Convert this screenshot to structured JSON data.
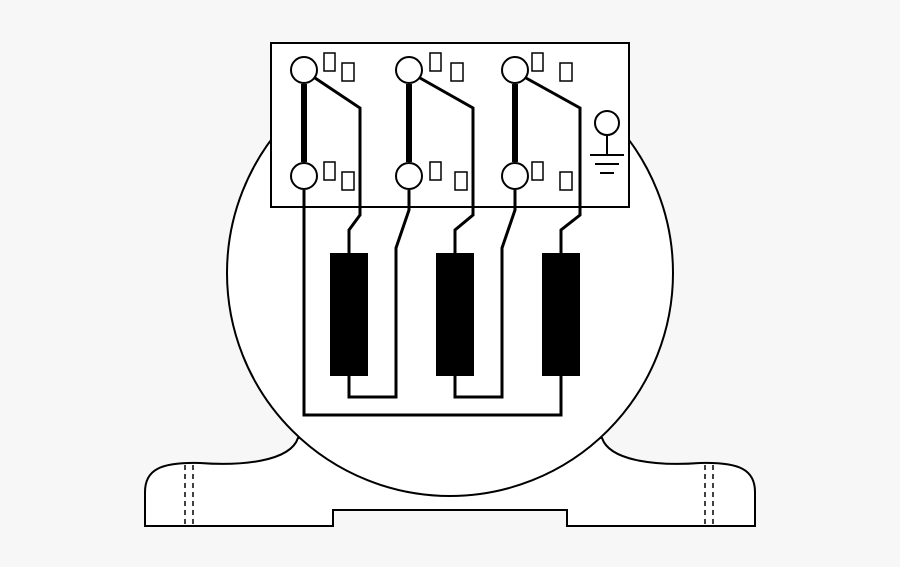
{
  "diagram": {
    "kind": "three-phase-motor-terminal-box",
    "background_color": "#f7f7f7",
    "fill_color": "#ffffff",
    "line_color": "#000000",
    "terminal_columns": 3,
    "terminals_per_column": 2,
    "windings": 3,
    "label_placeholder_glyph": "□",
    "ground_icon": "earth-ground-icon"
  }
}
